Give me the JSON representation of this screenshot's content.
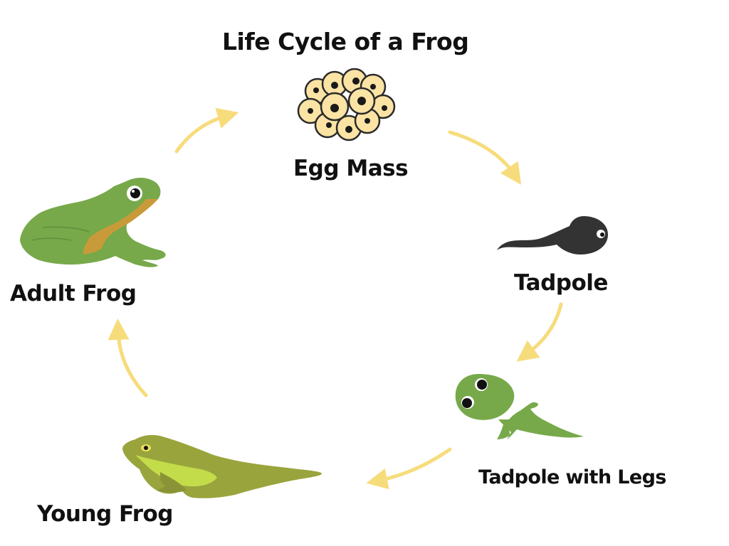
{
  "title": "Life Cycle of a Frog",
  "stages": [
    {
      "id": "egg-mass",
      "label": "Egg Mass",
      "icon": "egg-mass-icon"
    },
    {
      "id": "tadpole",
      "label": "Tadpole",
      "icon": "tadpole-icon"
    },
    {
      "id": "tadpole-with-legs",
      "label": "Tadpole with Legs",
      "icon": "tadpole-with-legs-icon"
    },
    {
      "id": "young-frog",
      "label": "Young Frog",
      "icon": "young-frog-icon"
    },
    {
      "id": "adult-frog",
      "label": "Adult Frog",
      "icon": "adult-frog-icon"
    }
  ],
  "colors": {
    "arrow": "#f7dc7c",
    "egg_fill": "#fbe3a4",
    "tadpole": "#333333",
    "frog_green": "#77a94a",
    "frog_belly": "#c99a3a",
    "young_frog": "#9aa43c",
    "young_frog_belly": "#c3dc4a"
  }
}
